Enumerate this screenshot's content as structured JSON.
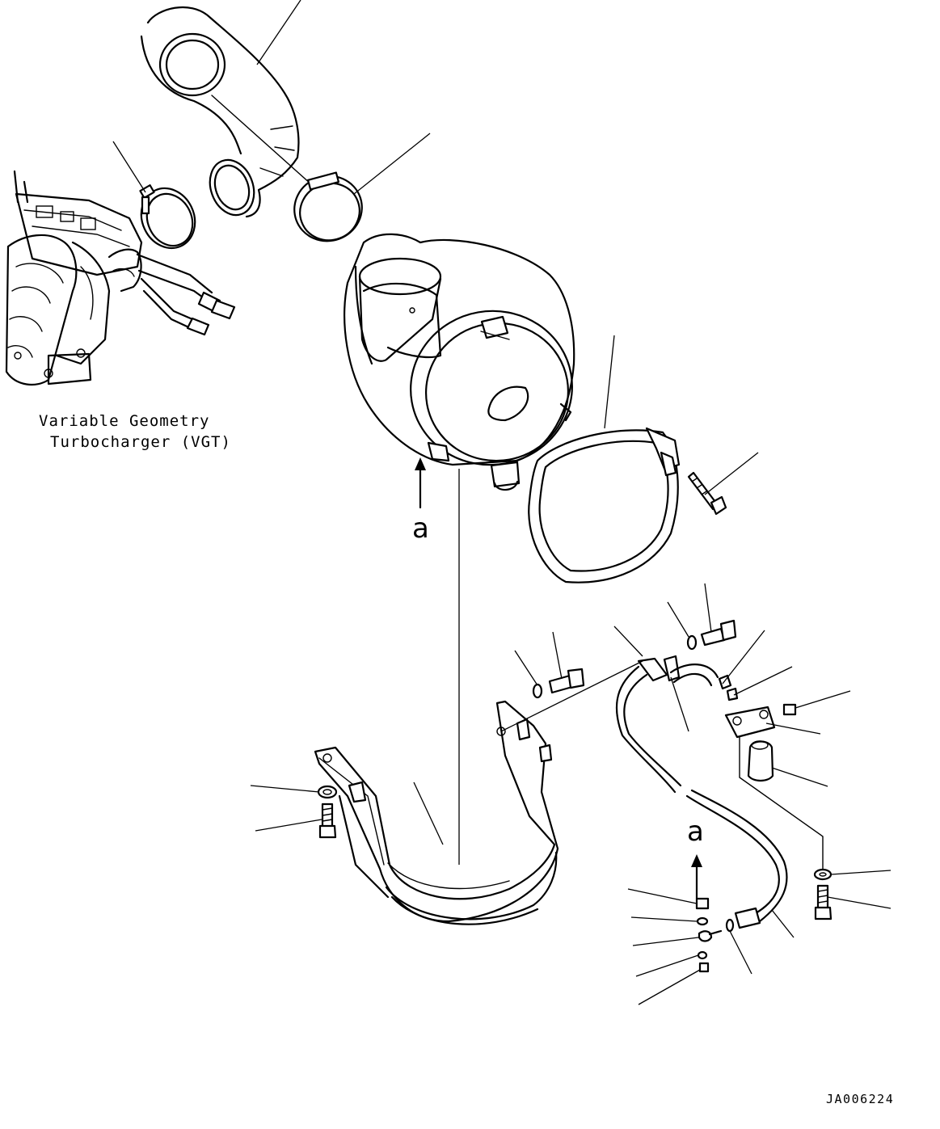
{
  "labels": {
    "vgt_line1": "Variable Geometry",
    "vgt_line2": "Turbocharger (VGT)",
    "ref_a_upper": "a",
    "ref_a_lower": "a",
    "drawing_number": "JA006224"
  }
}
